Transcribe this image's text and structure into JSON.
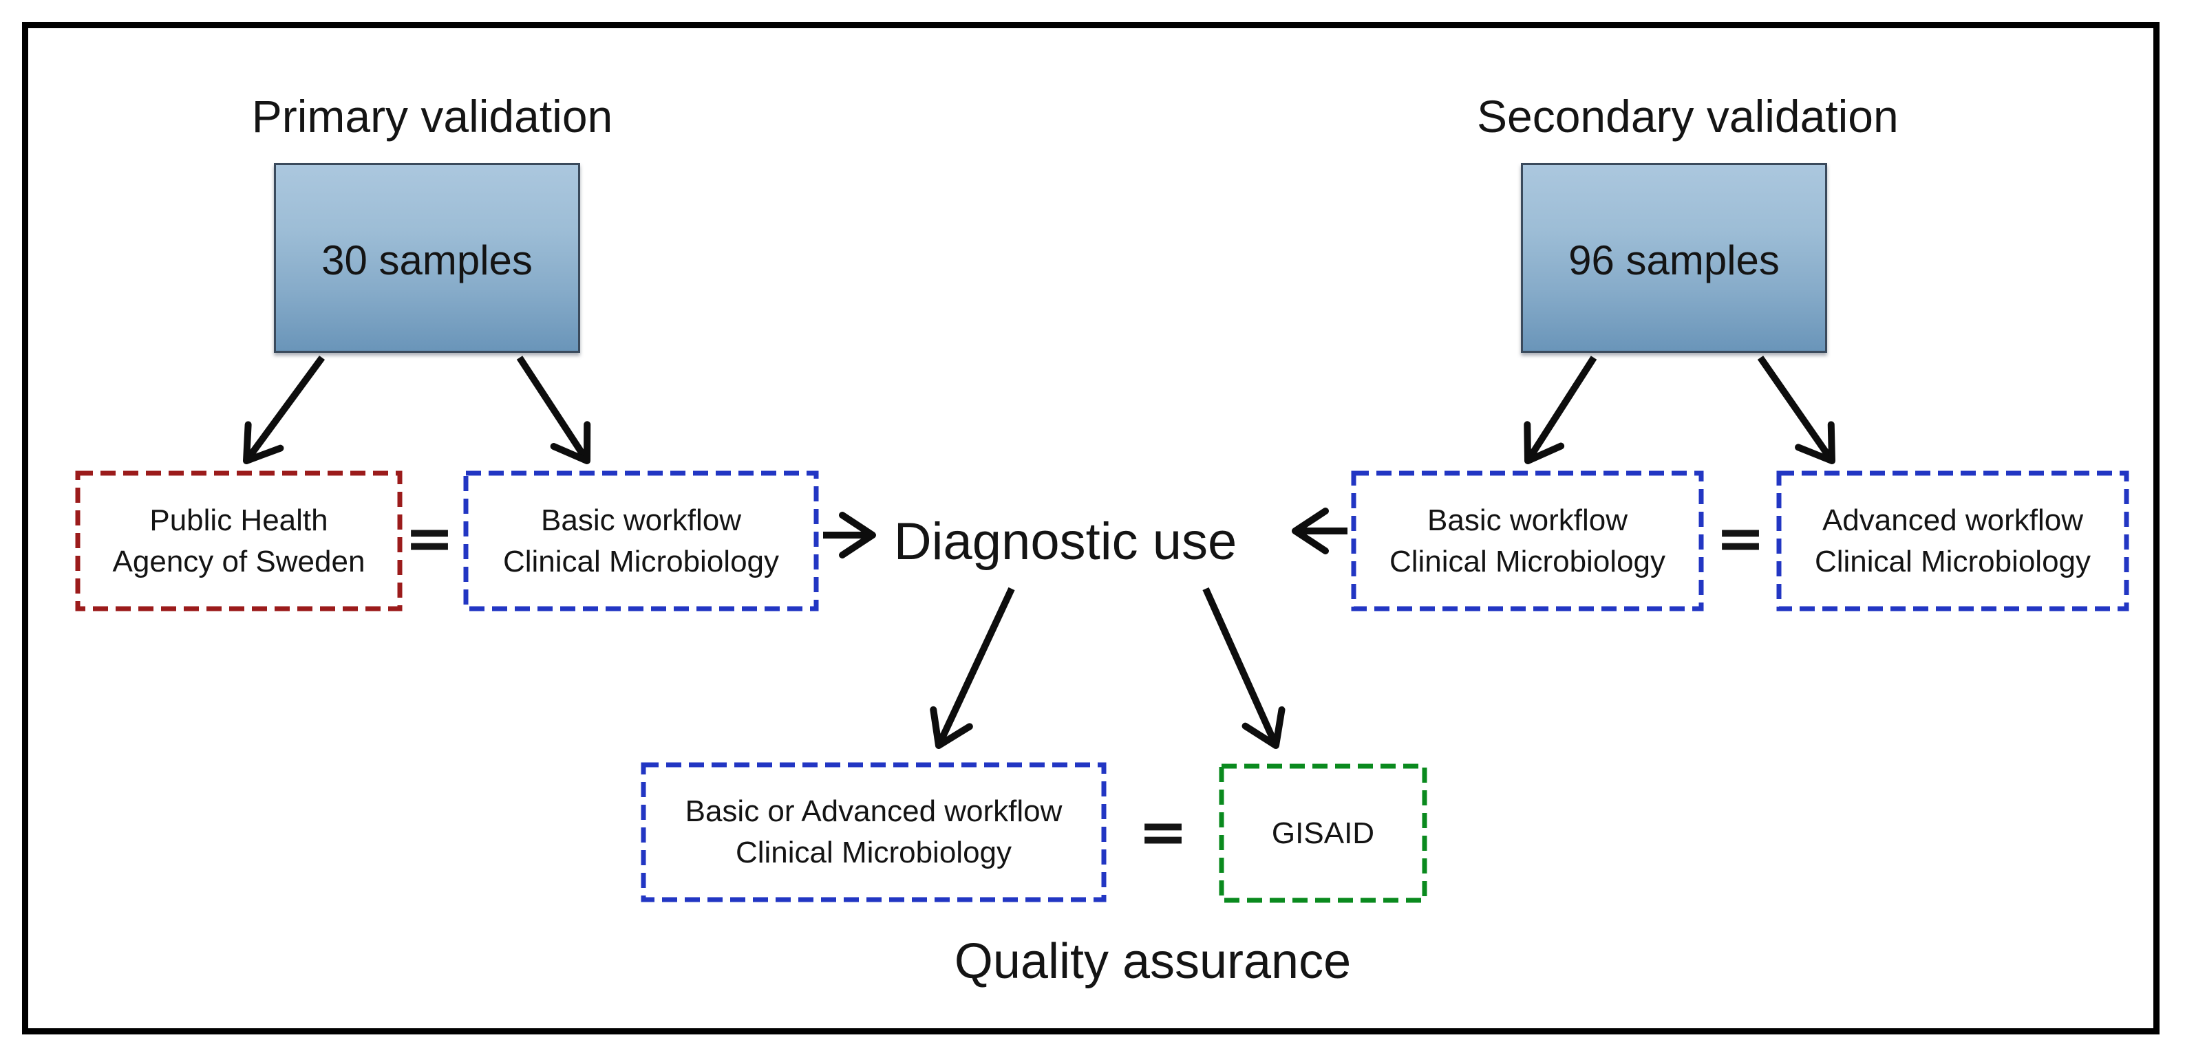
{
  "primary": {
    "title": "Primary validation",
    "samples_label": "30 samples"
  },
  "secondary": {
    "title": "Secondary validation",
    "samples_label": "96 samples"
  },
  "center": {
    "label": "Diagnostic use"
  },
  "footer": {
    "label": "Quality assurance"
  },
  "equals_sign": "=",
  "boxes": {
    "public_health": {
      "line1": "Public Health",
      "line2": "Agency of Sweden"
    },
    "basic_left": {
      "line1": "Basic workflow",
      "line2": "Clinical Microbiology"
    },
    "basic_right": {
      "line1": "Basic workflow",
      "line2": "Clinical Microbiology"
    },
    "advanced_right": {
      "line1": "Advanced workflow",
      "line2": "Clinical Microbiology"
    },
    "basic_or_advanced": {
      "line1": "Basic or Advanced workflow",
      "line2": "Clinical Microbiology"
    },
    "gisaid": {
      "line1": "GISAID"
    }
  },
  "colors": {
    "background": "#ffffff",
    "frame": "#000000",
    "text": "#141414",
    "arrow": "#0d0d0d",
    "dashed_red": "#9b1b1b",
    "dashed_blue": "#2236c3",
    "dashed_green": "#0a8a1e",
    "sample_box_top": "#abc7de",
    "sample_box_bottom": "#6a95b9",
    "sample_box_border": "#3a4a5c"
  }
}
